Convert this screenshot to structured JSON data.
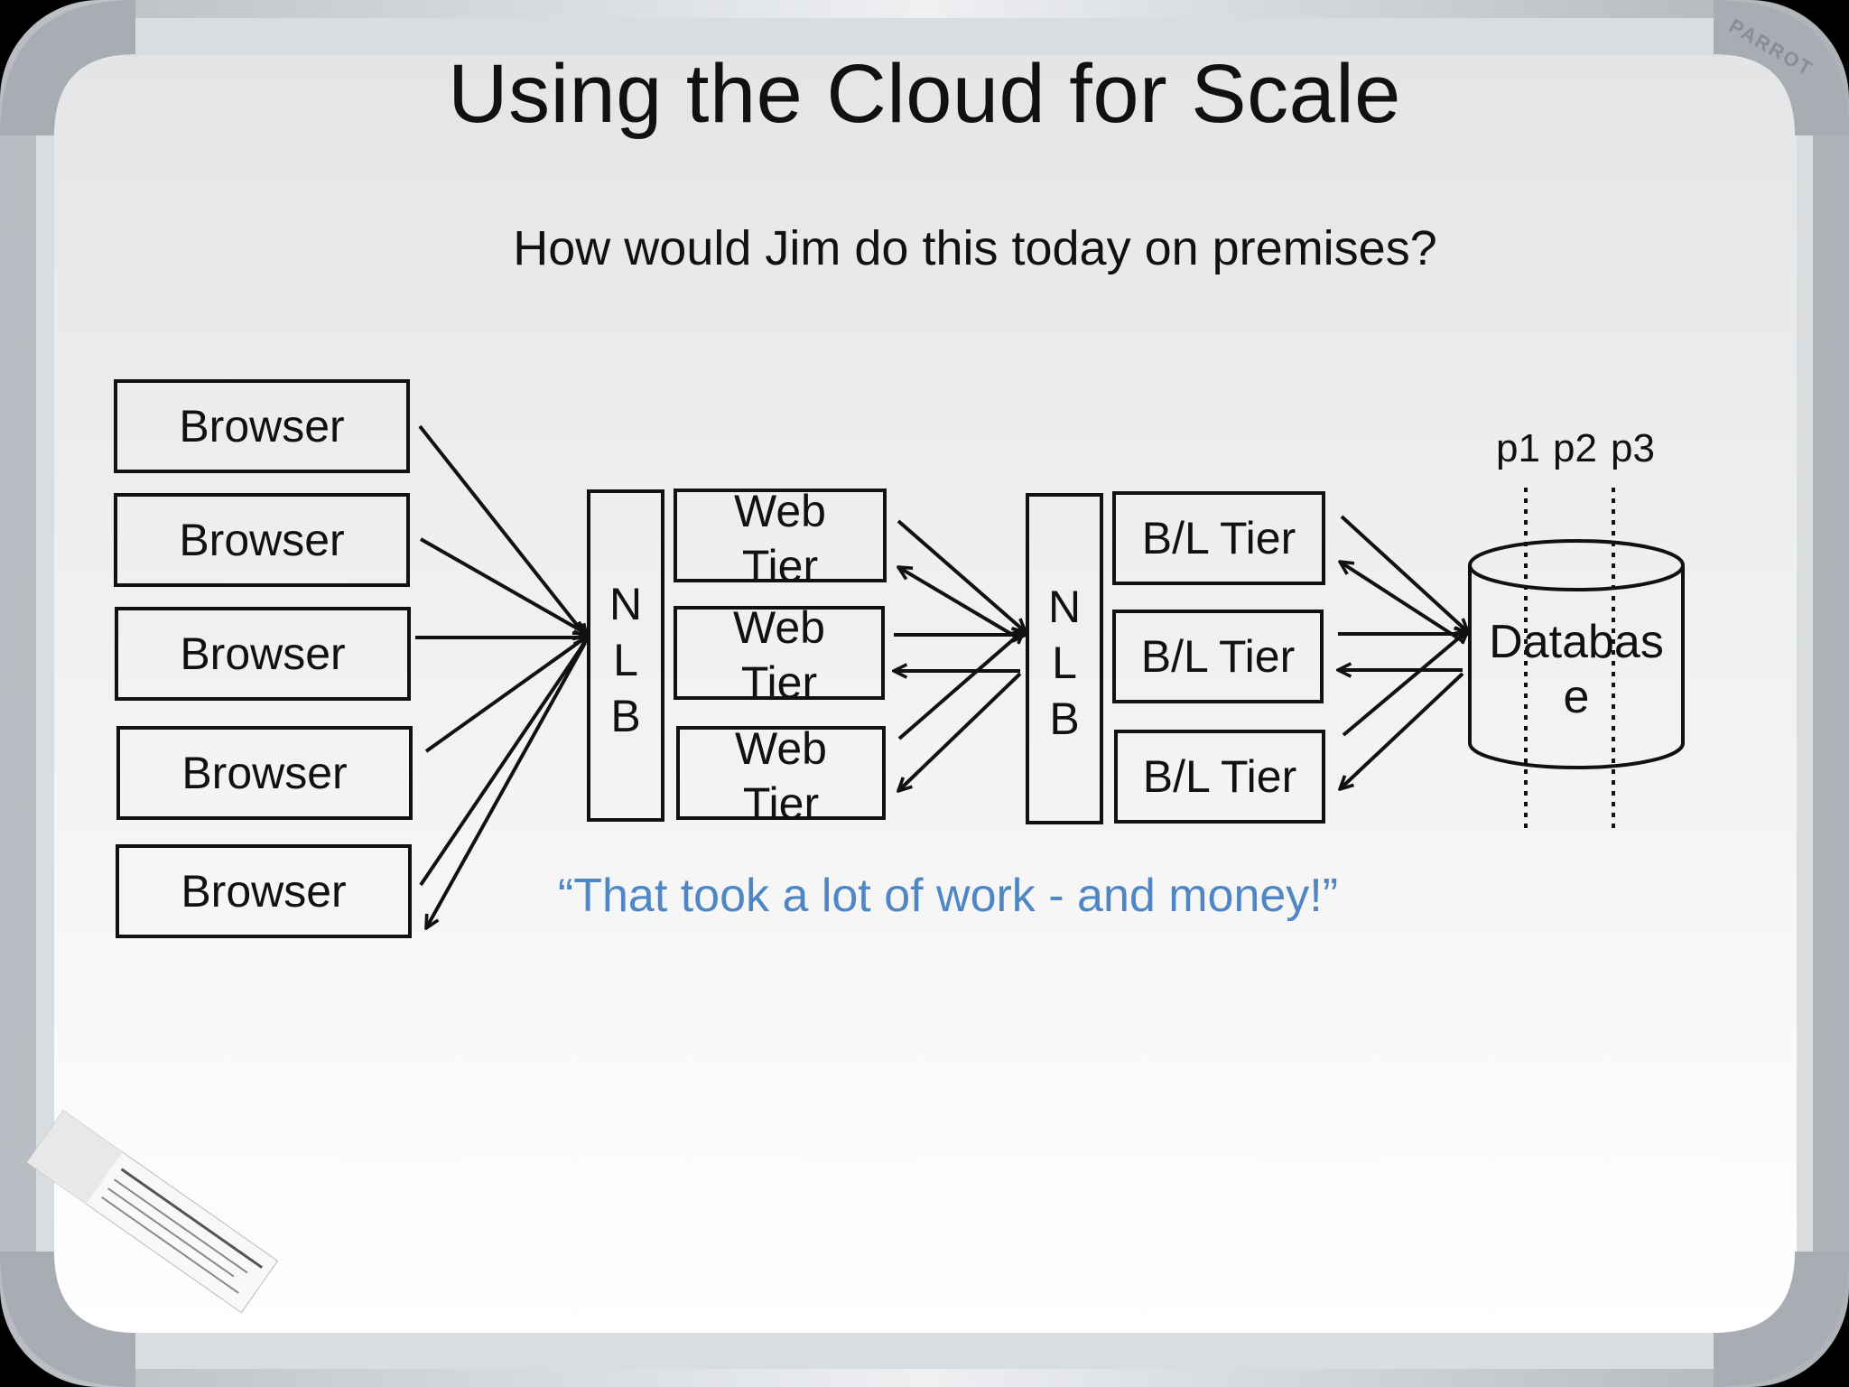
{
  "slide": {
    "title": "Using the Cloud for Scale",
    "subtitle": "How would Jim do this today on premises?",
    "quote": "“That took a lot of work - and money!”"
  },
  "browsers": [
    "Browser",
    "Browser",
    "Browser",
    "Browser",
    "Browser"
  ],
  "nlb_left": [
    "N",
    "L",
    "B"
  ],
  "nlb_right": [
    "N",
    "L",
    "B"
  ],
  "web_tiers": [
    {
      "line1": "Web",
      "line2": "Tier"
    },
    {
      "line1": "Web",
      "line2": "Tier"
    },
    {
      "line1": "Web",
      "line2": "Tier"
    }
  ],
  "bl_tiers": [
    "B/L Tier",
    "B/L Tier",
    "B/L Tier"
  ],
  "database": {
    "line1": "Databas",
    "line2": "e"
  },
  "partitions": {
    "p1": "p1",
    "p2": "p2",
    "p3": "p3"
  },
  "colors": {
    "board": "#f2f2f2",
    "frame": "#cfd2d6",
    "ink": "#111111",
    "quote": "#4f86c6"
  },
  "board_brand": "PARROT"
}
